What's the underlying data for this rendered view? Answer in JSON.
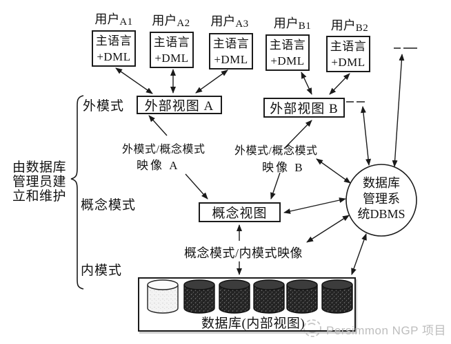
{
  "users": [
    {
      "name": "用户",
      "sub": "A1"
    },
    {
      "name": "用户",
      "sub": "A2"
    },
    {
      "name": "用户",
      "sub": "A3"
    },
    {
      "name": "用户",
      "sub": "B1"
    },
    {
      "name": "用户",
      "sub": "B2"
    }
  ],
  "host_box": {
    "line1": "主语言",
    "line2": "+DML"
  },
  "levels": {
    "external": "外模式",
    "conceptual": "概念模式",
    "internal": "内模式"
  },
  "dba_note": {
    "lines": [
      "由数据库",
      "管理员建",
      "立和维护"
    ]
  },
  "views": {
    "external_a": "外部视图 A",
    "external_b": "外部视图 B",
    "conceptual": "概念视图"
  },
  "mappings": {
    "external_a": {
      "line1": "外模式/概念模式",
      "line2": "映像 A"
    },
    "external_b": {
      "line1": "外模式/概念模式",
      "line2": "映像 B"
    },
    "internal": "概念模式/内模式映像"
  },
  "dbms": {
    "lines": [
      "数据库",
      "管理系",
      "统DBMS"
    ]
  },
  "database": {
    "caption": "数据库(内部视图)",
    "cylinder_count": 6
  },
  "watermark": {
    "text": "Persimmon NGP 项目"
  },
  "icons": {
    "cylinder": "database-cylinder-icon",
    "watermark_logo": "persimmon-logo-icon",
    "brace": "left-brace",
    "arrow": "double-headed-arrow"
  },
  "colors": {
    "ink": "#1a1a1a",
    "background": "#ffffff",
    "cylinder_dark": "#232323",
    "cylinder_light": "#f3f3f3",
    "watermark": "#bdbdbd"
  }
}
